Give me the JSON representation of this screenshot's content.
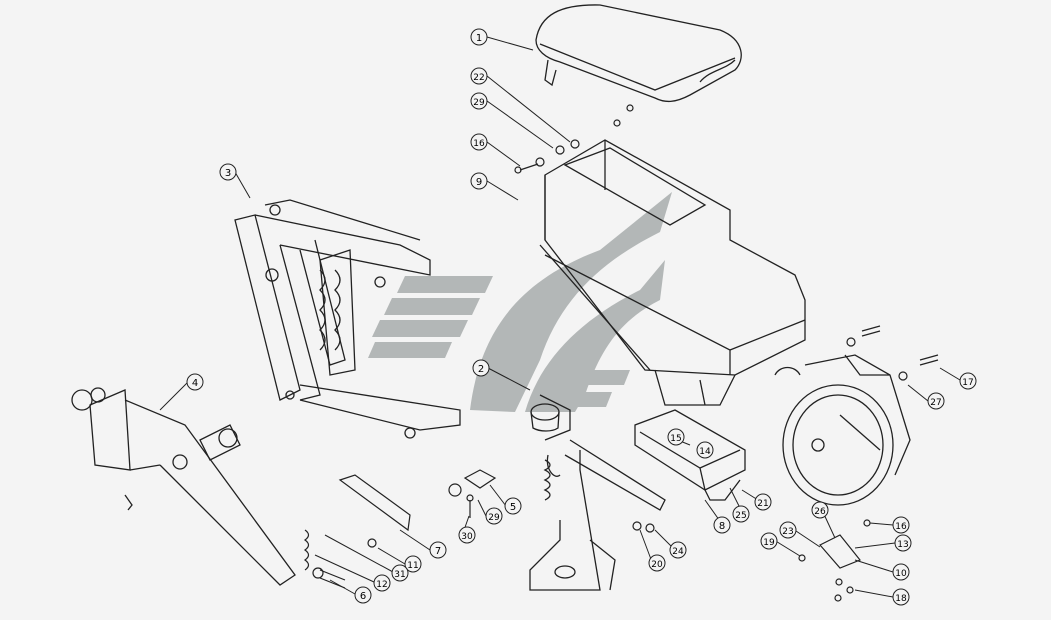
{
  "diagram": {
    "type": "exploded-parts-diagram",
    "background_color": "#f4f4f4",
    "line_color": "#222222",
    "watermark_color": "#9ea3a3",
    "callouts": [
      {
        "id": "c1",
        "label": "1"
      },
      {
        "id": "c22",
        "label": "22"
      },
      {
        "id": "c29a",
        "label": "29"
      },
      {
        "id": "c16a",
        "label": "16"
      },
      {
        "id": "c9",
        "label": "9"
      },
      {
        "id": "c3",
        "label": "3"
      },
      {
        "id": "c4",
        "label": "4"
      },
      {
        "id": "c2",
        "label": "2"
      },
      {
        "id": "c5",
        "label": "5"
      },
      {
        "id": "c29b",
        "label": "29"
      },
      {
        "id": "c30",
        "label": "30"
      },
      {
        "id": "c7",
        "label": "7"
      },
      {
        "id": "c11",
        "label": "11"
      },
      {
        "id": "c31",
        "label": "31"
      },
      {
        "id": "c12",
        "label": "12"
      },
      {
        "id": "c6",
        "label": "6"
      },
      {
        "id": "c15",
        "label": "15"
      },
      {
        "id": "c14",
        "label": "14"
      },
      {
        "id": "c8",
        "label": "8"
      },
      {
        "id": "c25",
        "label": "25"
      },
      {
        "id": "c21",
        "label": "21"
      },
      {
        "id": "c24",
        "label": "24"
      },
      {
        "id": "c20",
        "label": "20"
      },
      {
        "id": "c19",
        "label": "19"
      },
      {
        "id": "c23",
        "label": "23"
      },
      {
        "id": "c26",
        "label": "26"
      },
      {
        "id": "c16b",
        "label": "16"
      },
      {
        "id": "c13",
        "label": "13"
      },
      {
        "id": "c10",
        "label": "10"
      },
      {
        "id": "c18",
        "label": "18"
      },
      {
        "id": "c17",
        "label": "17"
      },
      {
        "id": "c27",
        "label": "27"
      }
    ]
  }
}
